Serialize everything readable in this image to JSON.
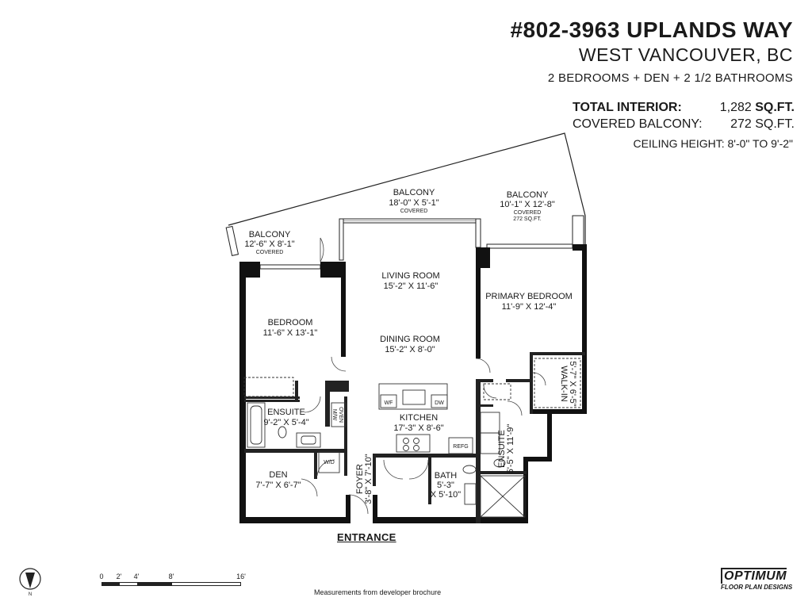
{
  "header": {
    "address": "#802-3963 UPLANDS WAY",
    "city": "WEST VANCOUVER, BC",
    "config": "2 BEDROOMS + DEN + 2 1/2 BATHROOMS",
    "interior_label": "TOTAL INTERIOR:",
    "interior_value": "1,282",
    "interior_unit": "SQ.FT.",
    "balcony_label": "COVERED BALCONY:",
    "balcony_value": "272 SQ.FT.",
    "ceiling": "CEILING HEIGHT: 8'-0\" TO 9'-2\""
  },
  "rooms": {
    "balcony_mid": {
      "name": "BALCONY",
      "dim": "18'-0\" X 5'-1\"",
      "note": "COVERED"
    },
    "balcony_right": {
      "name": "BALCONY",
      "dim": "10'-1\" X 12'-8\"",
      "note": "COVERED",
      "note2": "272 SQ.FT."
    },
    "balcony_left": {
      "name": "BALCONY",
      "dim": "12'-6\" X 8'-1\"",
      "note": "COVERED"
    },
    "living": {
      "name": "LIVING ROOM",
      "dim": "15'-2\" X 11'-6\""
    },
    "dining": {
      "name": "DINING ROOM",
      "dim": "15'-2\" X 8'-0\""
    },
    "primary": {
      "name": "PRIMARY BEDROOM",
      "dim": "11'-9\" X 12'-4\""
    },
    "bedroom": {
      "name": "BEDROOM",
      "dim": "11'-6\" X 13'-1\""
    },
    "walkin": {
      "name": "WALK-IN",
      "dim": "5'-7\" X 6'-5\""
    },
    "ensuite_left": {
      "name": "ENSUITE",
      "dim": "9'-2\" X 5'-4\""
    },
    "kitchen": {
      "name": "KITCHEN",
      "dim": "17'-3\" X 8'-6\""
    },
    "ensuite_right": {
      "name": "ENSUITE",
      "dim": "5'-5\" X 11'-9\""
    },
    "den": {
      "name": "DEN",
      "dim": "7'-7\" X 6'-7\""
    },
    "foyer": {
      "name": "FOYER",
      "dim": "3'-8\" X 7'-10\""
    },
    "bath": {
      "name": "BATH",
      "dim": "5'-3\"",
      "dim2": "X 5'-10\""
    }
  },
  "appliances": {
    "wf": "WF",
    "dw": "DW",
    "refg": "REFG",
    "wd": "W/D",
    "oven": "OVEN",
    "mw": "M/W"
  },
  "entrance": "ENTRANCE",
  "scale": {
    "ticks": [
      "0",
      "2'",
      "4'",
      "8'",
      "16'"
    ]
  },
  "compass_letter": "N",
  "footnote": "Measurements from developer brochure",
  "logo": {
    "main": "OPTIMUM",
    "sub": "FLOOR PLAN DESIGNS"
  },
  "colors": {
    "wall": "#111111",
    "text": "#1a1a1a",
    "background": "#ffffff"
  }
}
